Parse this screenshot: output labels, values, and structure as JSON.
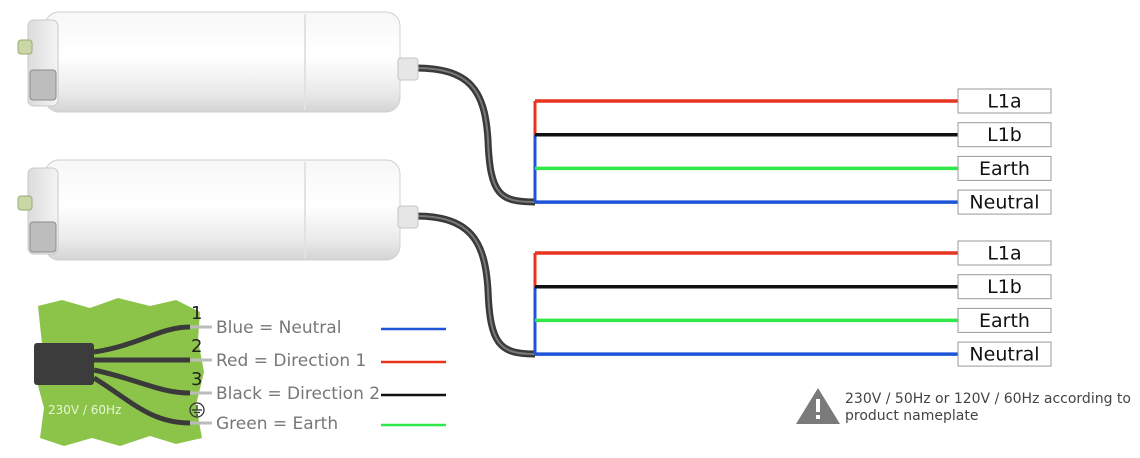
{
  "colors": {
    "red": "#e8341f",
    "black": "#111111",
    "green": "#2ee84a",
    "blue": "#1e55d6",
    "cable": "#444444",
    "patch": "#8cc44a"
  },
  "motors": [
    {
      "terminals": [
        {
          "label": "L1a",
          "wire": "red"
        },
        {
          "label": "L1b",
          "wire": "black"
        },
        {
          "label": "Earth",
          "wire": "green"
        },
        {
          "label": "Neutral",
          "wire": "blue"
        }
      ]
    },
    {
      "terminals": [
        {
          "label": "L1a",
          "wire": "red"
        },
        {
          "label": "L1b",
          "wire": "black"
        },
        {
          "label": "Earth",
          "wire": "green"
        },
        {
          "label": "Neutral",
          "wire": "blue"
        }
      ]
    }
  ],
  "legend": {
    "patch_text": "230V / 60Hz",
    "earth_icon": "earth-ground-icon",
    "items": [
      {
        "number": "1",
        "text": "Blue = Neutral",
        "wire": "blue"
      },
      {
        "number": "2",
        "text": "Red = Direction 1",
        "wire": "red"
      },
      {
        "number": "3",
        "text": "Black = Direction 2",
        "wire": "black"
      },
      {
        "number": "",
        "text": "Green = Earth",
        "wire": "green"
      }
    ]
  },
  "note": {
    "icon": "warning-icon",
    "line1": "230V / 50Hz or 120V / 60Hz according to",
    "line2": "product nameplate"
  }
}
